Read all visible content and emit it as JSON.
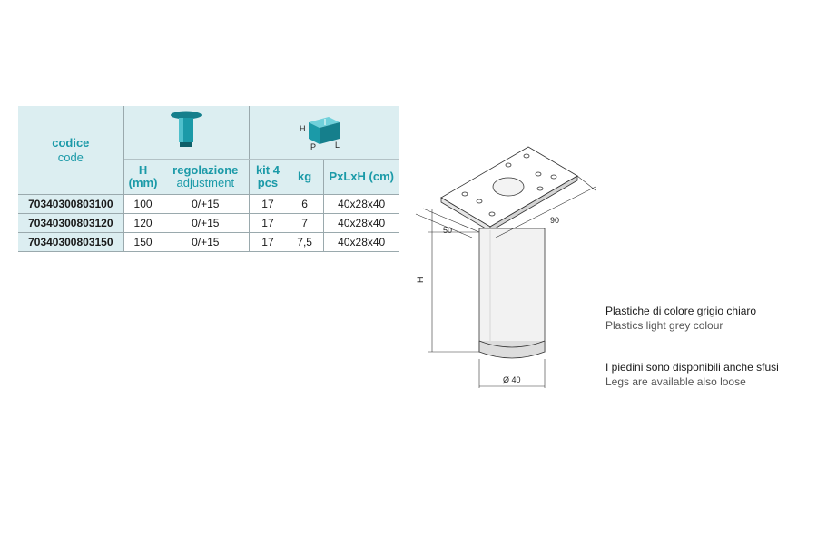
{
  "table": {
    "code_header": {
      "it": "codice",
      "en": "code"
    },
    "h_header": {
      "label": "H",
      "unit": "(mm)"
    },
    "adjust_header": {
      "it": "regolazione",
      "en": "adjustment"
    },
    "kit_header": {
      "line1": "kit 4",
      "line2": "pcs"
    },
    "kg_header": "kg",
    "dims_header": "PxLxH (cm)",
    "box_icon_labels": {
      "h": "H",
      "p": "P",
      "l": "L"
    },
    "rows": [
      {
        "code": "70340300803100",
        "h": "100",
        "adjust": "0/+15",
        "kit": "17",
        "kg": "6",
        "dims": "40x28x40"
      },
      {
        "code": "70340300803120",
        "h": "120",
        "adjust": "0/+15",
        "kit": "17",
        "kg": "7",
        "dims": "40x28x40"
      },
      {
        "code": "70340300803150",
        "h": "150",
        "adjust": "0/+15",
        "kit": "17",
        "kg": "7,5",
        "dims": "40x28x40"
      }
    ]
  },
  "drawing": {
    "dim_width": "90",
    "dim_depth": "50",
    "dim_height": "H",
    "dim_diameter": "Ø 40"
  },
  "notes": [
    {
      "it": "Plastiche di colore grigio chiaro",
      "en": "Plastics light grey colour"
    },
    {
      "it": "I piedini sono disponibili anche sfusi",
      "en": "Legs are available also loose"
    }
  ],
  "colors": {
    "accent": "#1b9aa8",
    "header_bg": "#dceef1",
    "rule": "#9aa9ad"
  }
}
